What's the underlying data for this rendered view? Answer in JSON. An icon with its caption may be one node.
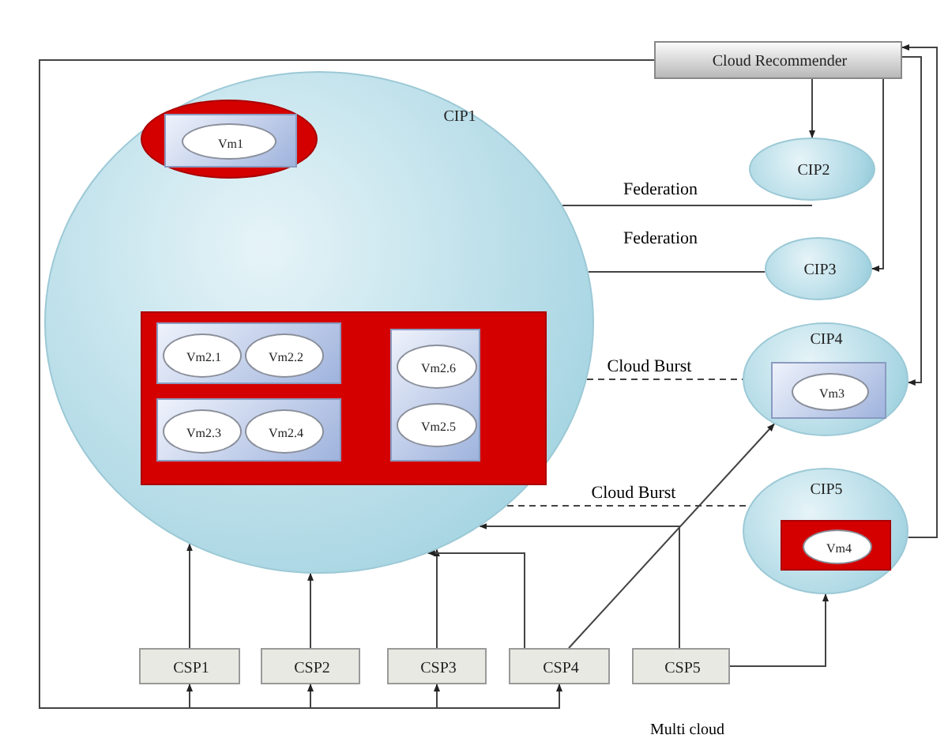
{
  "diagram": {
    "nodes": [
      {
        "text": [
          "Cloud Recommender"
        ]
      },
      {
        "text": [
          "CIP1"
        ]
      },
      {
        "text": [],
        "shape": "ellipse",
        "in": 1
      },
      {
        "text": [],
        "shape": "box",
        "in": 2
      },
      {
        "text": [
          "Vm1"
        ],
        "in": 3
      },
      {
        "text": [],
        "shape": "box",
        "in": 1
      },
      {
        "text": [],
        "shape": "box",
        "in": 5
      },
      {
        "text": [
          "Vm2.1"
        ],
        "in": 6
      },
      {
        "text": [
          "Vm2.2"
        ],
        "in": 6
      },
      {
        "text": [],
        "shape": "box",
        "in": 5
      },
      {
        "text": [
          "Vm2.3"
        ],
        "in": 9
      },
      {
        "text": [
          "Vm2.4"
        ],
        "in": 9
      },
      {
        "text": [],
        "shape": "box",
        "in": 5
      },
      {
        "text": [
          "Vm2.6"
        ],
        "in": 12
      },
      {
        "text": [
          "Vm2.5"
        ],
        "in": 12
      },
      {
        "text": [
          "CIP2"
        ]
      },
      {
        "text": [
          "CIP3"
        ]
      },
      {
        "text": [
          "CIP4"
        ]
      },
      {
        "text": [],
        "shape": "box",
        "in": 17
      },
      {
        "text": [
          "Vm3"
        ],
        "in": 18
      },
      {
        "text": [
          "CIP5"
        ]
      },
      {
        "text": [],
        "shape": "box",
        "in": 20
      },
      {
        "text": [
          "Vm4"
        ],
        "in": 21
      },
      {
        "text": [
          "CSP1"
        ]
      },
      {
        "text": [
          "CSP2"
        ]
      },
      {
        "text": [
          "CSP3"
        ]
      },
      {
        "text": [
          "CSP4"
        ]
      },
      {
        "text": [
          "CSP5"
        ]
      }
    ],
    "edges": [
      {
        "from": 1,
        "to": 15,
        "arrow": "none",
        "label": "Federation"
      },
      {
        "from": 1,
        "to": 16,
        "arrow": "none",
        "label": "Federation"
      },
      {
        "from": 1,
        "to": 17,
        "arrow": "none",
        "label": "Cloud Burst",
        "style": "dashed"
      },
      {
        "from": 1,
        "to": 20,
        "arrow": "none",
        "label": "Cloud Burst",
        "style": "dashed"
      },
      {
        "from": 0,
        "to": 15,
        "arrow": "to"
      },
      {
        "from": 0,
        "to": 16,
        "arrow": "to"
      },
      {
        "from": 0,
        "to": 17,
        "arrow": "to"
      },
      {
        "from": 20,
        "to": 0,
        "arrow": "to"
      },
      {
        "from": 0,
        "to": 23,
        "arrow": "to"
      },
      {
        "from": 0,
        "to": 24,
        "arrow": "to"
      },
      {
        "from": 0,
        "to": 25,
        "arrow": "to"
      },
      {
        "from": 0,
        "to": 26,
        "arrow": "to"
      },
      {
        "from": 23,
        "to": 1,
        "arrow": "to"
      },
      {
        "from": 24,
        "to": 1,
        "arrow": "to"
      },
      {
        "from": 25,
        "to": 1,
        "arrow": "to"
      },
      {
        "from": 26,
        "to": 1,
        "arrow": "to"
      },
      {
        "from": 27,
        "to": 1,
        "arrow": "to"
      },
      {
        "from": 26,
        "to": 17,
        "arrow": "to"
      },
      {
        "from": 27,
        "to": 20,
        "arrow": "to"
      }
    ],
    "labels": [
      "Multi cloud"
    ]
  }
}
